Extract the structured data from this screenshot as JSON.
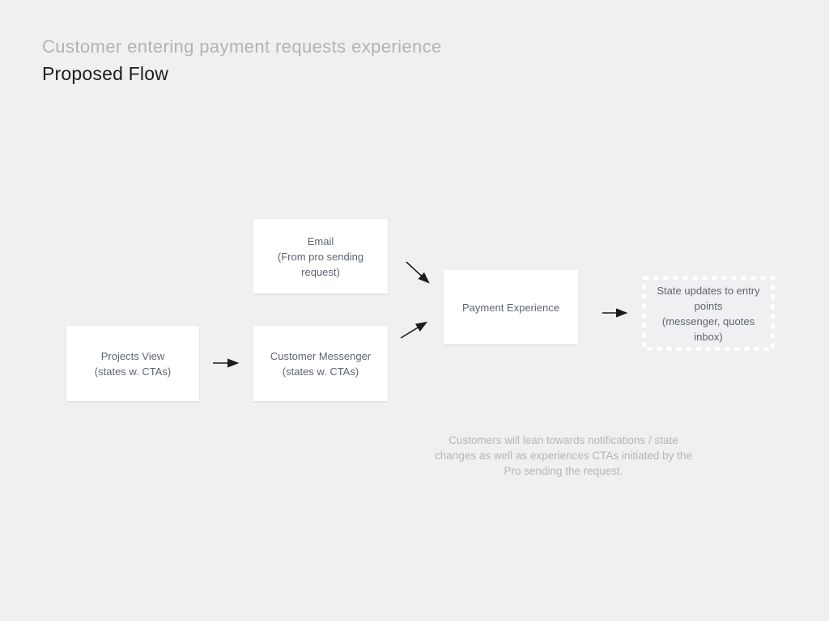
{
  "colors": {
    "background": "#f0eff1",
    "node_fill": "#ffffff",
    "node_text": "#5e6470",
    "title_muted": "#b3b2b5",
    "title_main": "#1c1c1e",
    "note_text": "#b6b5b8",
    "arrow": "#1c1c1e",
    "dashed_border": "#ffffff"
  },
  "header": {
    "title": "Customer entering payment requests experience",
    "subtitle": "Proposed Flow"
  },
  "nodes": [
    {
      "id": "email",
      "label": "Email\n(From pro sending request)"
    },
    {
      "id": "projects-view",
      "label": "Projects View\n(states w. CTAs)"
    },
    {
      "id": "customer-messenger",
      "label": "Customer Messenger\n(states w. CTAs)"
    },
    {
      "id": "payment-experience",
      "label": "Payment Experience"
    },
    {
      "id": "state-updates",
      "label": "State updates to entry points\n(messenger, quotes inbox)"
    }
  ],
  "edges": [
    {
      "from": "projects-view",
      "to": "customer-messenger"
    },
    {
      "from": "email",
      "to": "payment-experience"
    },
    {
      "from": "customer-messenger",
      "to": "payment-experience"
    },
    {
      "from": "payment-experience",
      "to": "state-updates"
    }
  ],
  "note": "Customers will lean towards notifications / state changes as well as experiences CTAs initiated by the Pro sending the request."
}
